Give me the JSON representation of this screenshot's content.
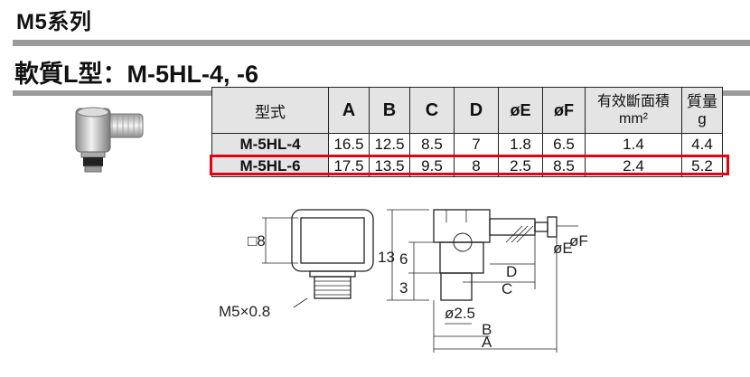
{
  "header": {
    "series_title": "M5系列"
  },
  "product": {
    "title": "軟質L型：M-5HL-4, -6"
  },
  "table": {
    "headers": [
      "型式",
      "A",
      "B",
      "C",
      "D",
      "øE",
      "øF",
      "有效斷面積",
      "mm²",
      "質量",
      "g"
    ],
    "rows": [
      [
        "M-5HL-4",
        "16.5",
        "12.5",
        "8.5",
        "7",
        "1.8",
        "6.5",
        "1.4",
        "4.4"
      ],
      [
        "M-5HL-6",
        "17.5",
        "13.5",
        "9.5",
        "8",
        "2.5",
        "8.5",
        "2.4",
        "5.2"
      ]
    ],
    "highlight_color": "#e60012"
  },
  "drawing": {
    "labels": {
      "hex": "□8",
      "thread": "M5×0.8",
      "dim_13": "13",
      "dim_6": "6",
      "dim_3": "3",
      "D": "D",
      "C": "C",
      "dia": "ø2.5",
      "B": "B",
      "A": "A",
      "E": "øE",
      "F": "øF"
    }
  }
}
